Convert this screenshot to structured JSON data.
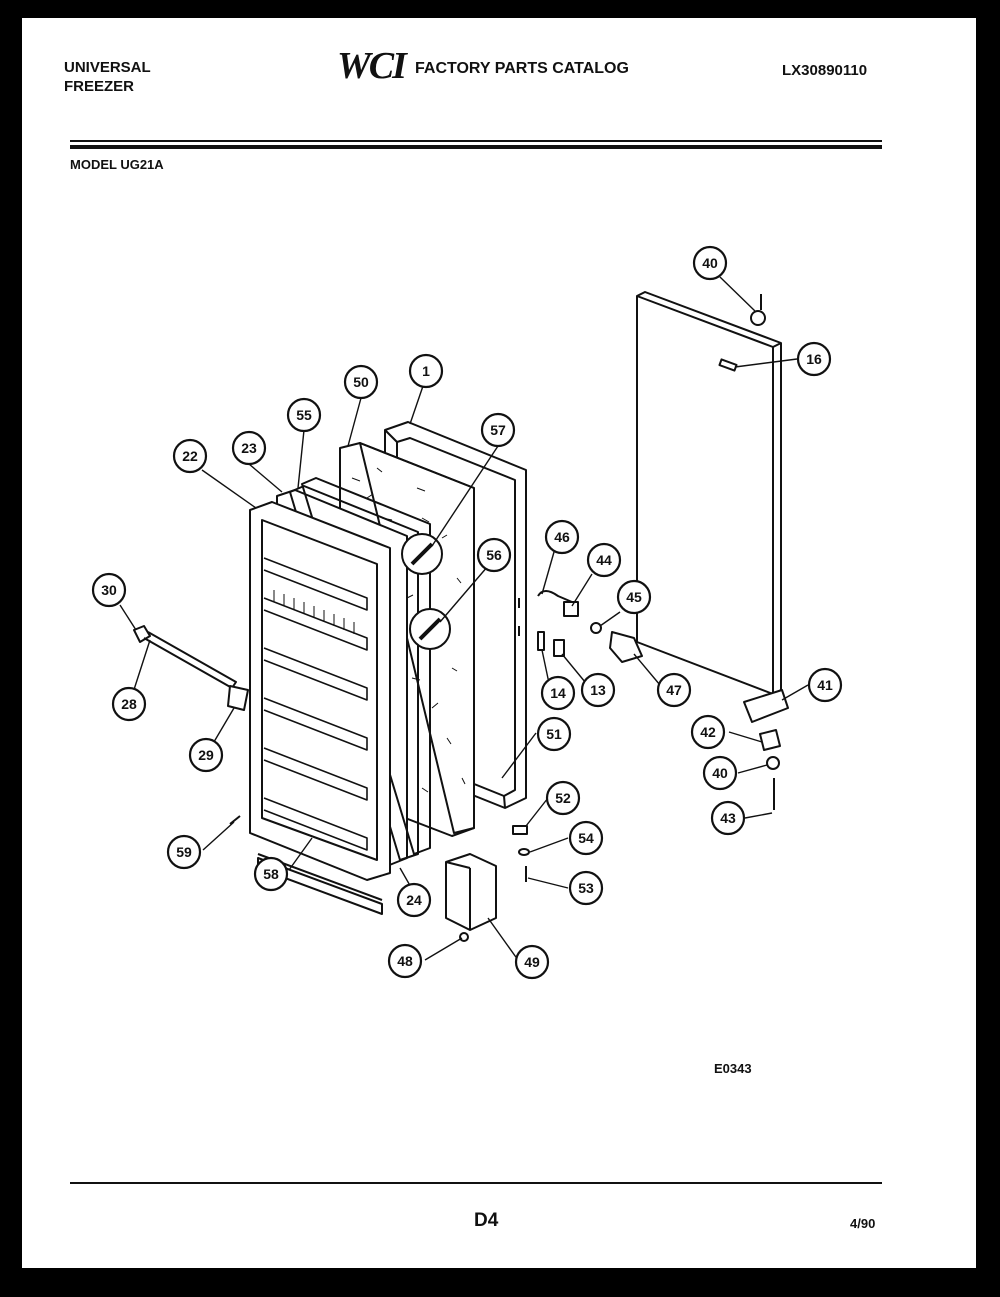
{
  "header": {
    "brand_line1": "UNIVERSAL",
    "brand_line2": "FREEZER",
    "logo_text": "WCI",
    "catalog_title": "FACTORY PARTS CATALOG",
    "catalog_number": "LX30890110"
  },
  "model": "MODEL UG21A",
  "diagram_code": "E0343",
  "footer": {
    "page": "D4",
    "date": "4/90"
  },
  "callouts": [
    {
      "id": "c40a",
      "label": "40"
    },
    {
      "id": "c16",
      "label": "16"
    },
    {
      "id": "c1",
      "label": "1"
    },
    {
      "id": "c50",
      "label": "50"
    },
    {
      "id": "c55",
      "label": "55"
    },
    {
      "id": "c57",
      "label": "57"
    },
    {
      "id": "c23",
      "label": "23"
    },
    {
      "id": "c22",
      "label": "22"
    },
    {
      "id": "c46",
      "label": "46"
    },
    {
      "id": "c44",
      "label": "44"
    },
    {
      "id": "c56",
      "label": "56"
    },
    {
      "id": "c45",
      "label": "45"
    },
    {
      "id": "c30",
      "label": "30"
    },
    {
      "id": "c14",
      "label": "14"
    },
    {
      "id": "c13",
      "label": "13"
    },
    {
      "id": "c47",
      "label": "47"
    },
    {
      "id": "c41",
      "label": "41"
    },
    {
      "id": "c28",
      "label": "28"
    },
    {
      "id": "c42",
      "label": "42"
    },
    {
      "id": "c51",
      "label": "51"
    },
    {
      "id": "c29",
      "label": "29"
    },
    {
      "id": "c40b",
      "label": "40"
    },
    {
      "id": "c52",
      "label": "52"
    },
    {
      "id": "c43",
      "label": "43"
    },
    {
      "id": "c54",
      "label": "54"
    },
    {
      "id": "c59",
      "label": "59"
    },
    {
      "id": "c58",
      "label": "58"
    },
    {
      "id": "c53",
      "label": "53"
    },
    {
      "id": "c24",
      "label": "24"
    },
    {
      "id": "c48",
      "label": "48"
    },
    {
      "id": "c49",
      "label": "49"
    }
  ]
}
